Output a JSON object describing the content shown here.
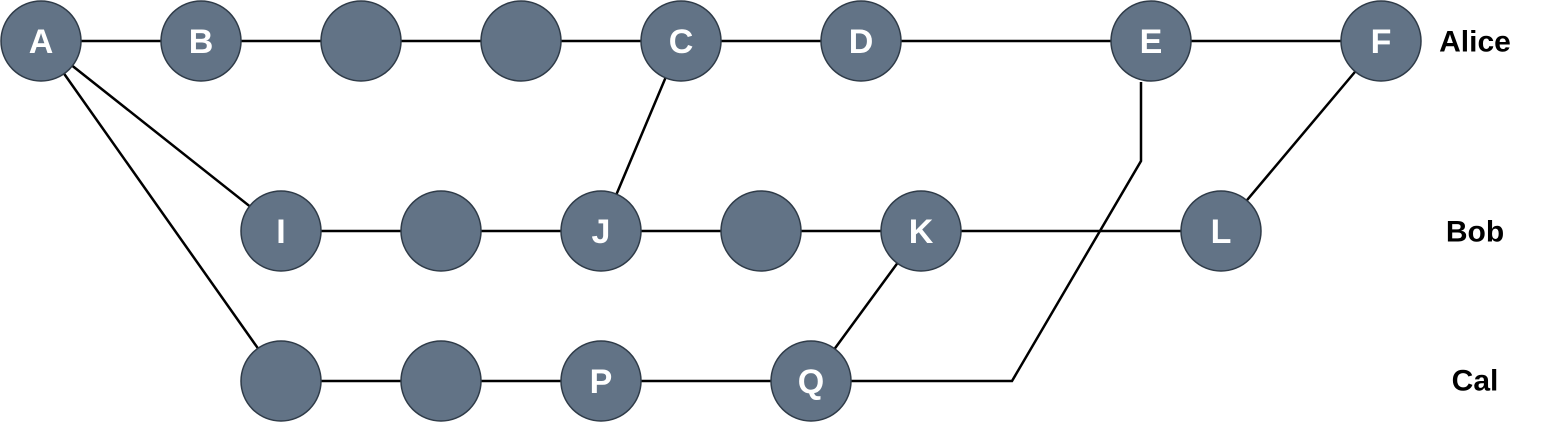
{
  "lanes": [
    "Alice",
    "Bob",
    "Cal"
  ],
  "nodes": [
    {
      "id": "A",
      "label": "A",
      "lane": 0
    },
    {
      "id": "B",
      "label": "B",
      "lane": 0
    },
    {
      "id": "a3",
      "label": "",
      "lane": 0
    },
    {
      "id": "a4",
      "label": "",
      "lane": 0
    },
    {
      "id": "C",
      "label": "C",
      "lane": 0
    },
    {
      "id": "D",
      "label": "D",
      "lane": 0
    },
    {
      "id": "E",
      "label": "E",
      "lane": 0
    },
    {
      "id": "F",
      "label": "F",
      "lane": 0
    },
    {
      "id": "I",
      "label": "I",
      "lane": 1
    },
    {
      "id": "b2",
      "label": "",
      "lane": 1
    },
    {
      "id": "J",
      "label": "J",
      "lane": 1
    },
    {
      "id": "b4",
      "label": "",
      "lane": 1
    },
    {
      "id": "K",
      "label": "K",
      "lane": 1
    },
    {
      "id": "L",
      "label": "L",
      "lane": 1
    },
    {
      "id": "c1",
      "label": "",
      "lane": 2
    },
    {
      "id": "c2",
      "label": "",
      "lane": 2
    },
    {
      "id": "P",
      "label": "P",
      "lane": 2
    },
    {
      "id": "Q",
      "label": "Q",
      "lane": 2
    }
  ],
  "edges": [
    {
      "from": "A",
      "to": "B"
    },
    {
      "from": "B",
      "to": "a3"
    },
    {
      "from": "a3",
      "to": "a4"
    },
    {
      "from": "a4",
      "to": "C"
    },
    {
      "from": "C",
      "to": "D"
    },
    {
      "from": "D",
      "to": "E"
    },
    {
      "from": "E",
      "to": "F"
    },
    {
      "from": "A",
      "to": "I"
    },
    {
      "from": "A",
      "to": "c1"
    },
    {
      "from": "C",
      "to": "J"
    },
    {
      "from": "I",
      "to": "b2"
    },
    {
      "from": "b2",
      "to": "J"
    },
    {
      "from": "J",
      "to": "b4"
    },
    {
      "from": "b4",
      "to": "K"
    },
    {
      "from": "K",
      "to": "L"
    },
    {
      "from": "L",
      "to": "F"
    },
    {
      "from": "c1",
      "to": "c2"
    },
    {
      "from": "c2",
      "to": "P"
    },
    {
      "from": "P",
      "to": "Q"
    },
    {
      "from": "Q",
      "to": "K"
    },
    {
      "from": "Q",
      "to": "E"
    }
  ],
  "colors": {
    "node_fill": "#627386",
    "node_stroke": "#2f3b48",
    "edge": "#000000",
    "node_text": "#ffffff",
    "lane_text": "#000000"
  }
}
